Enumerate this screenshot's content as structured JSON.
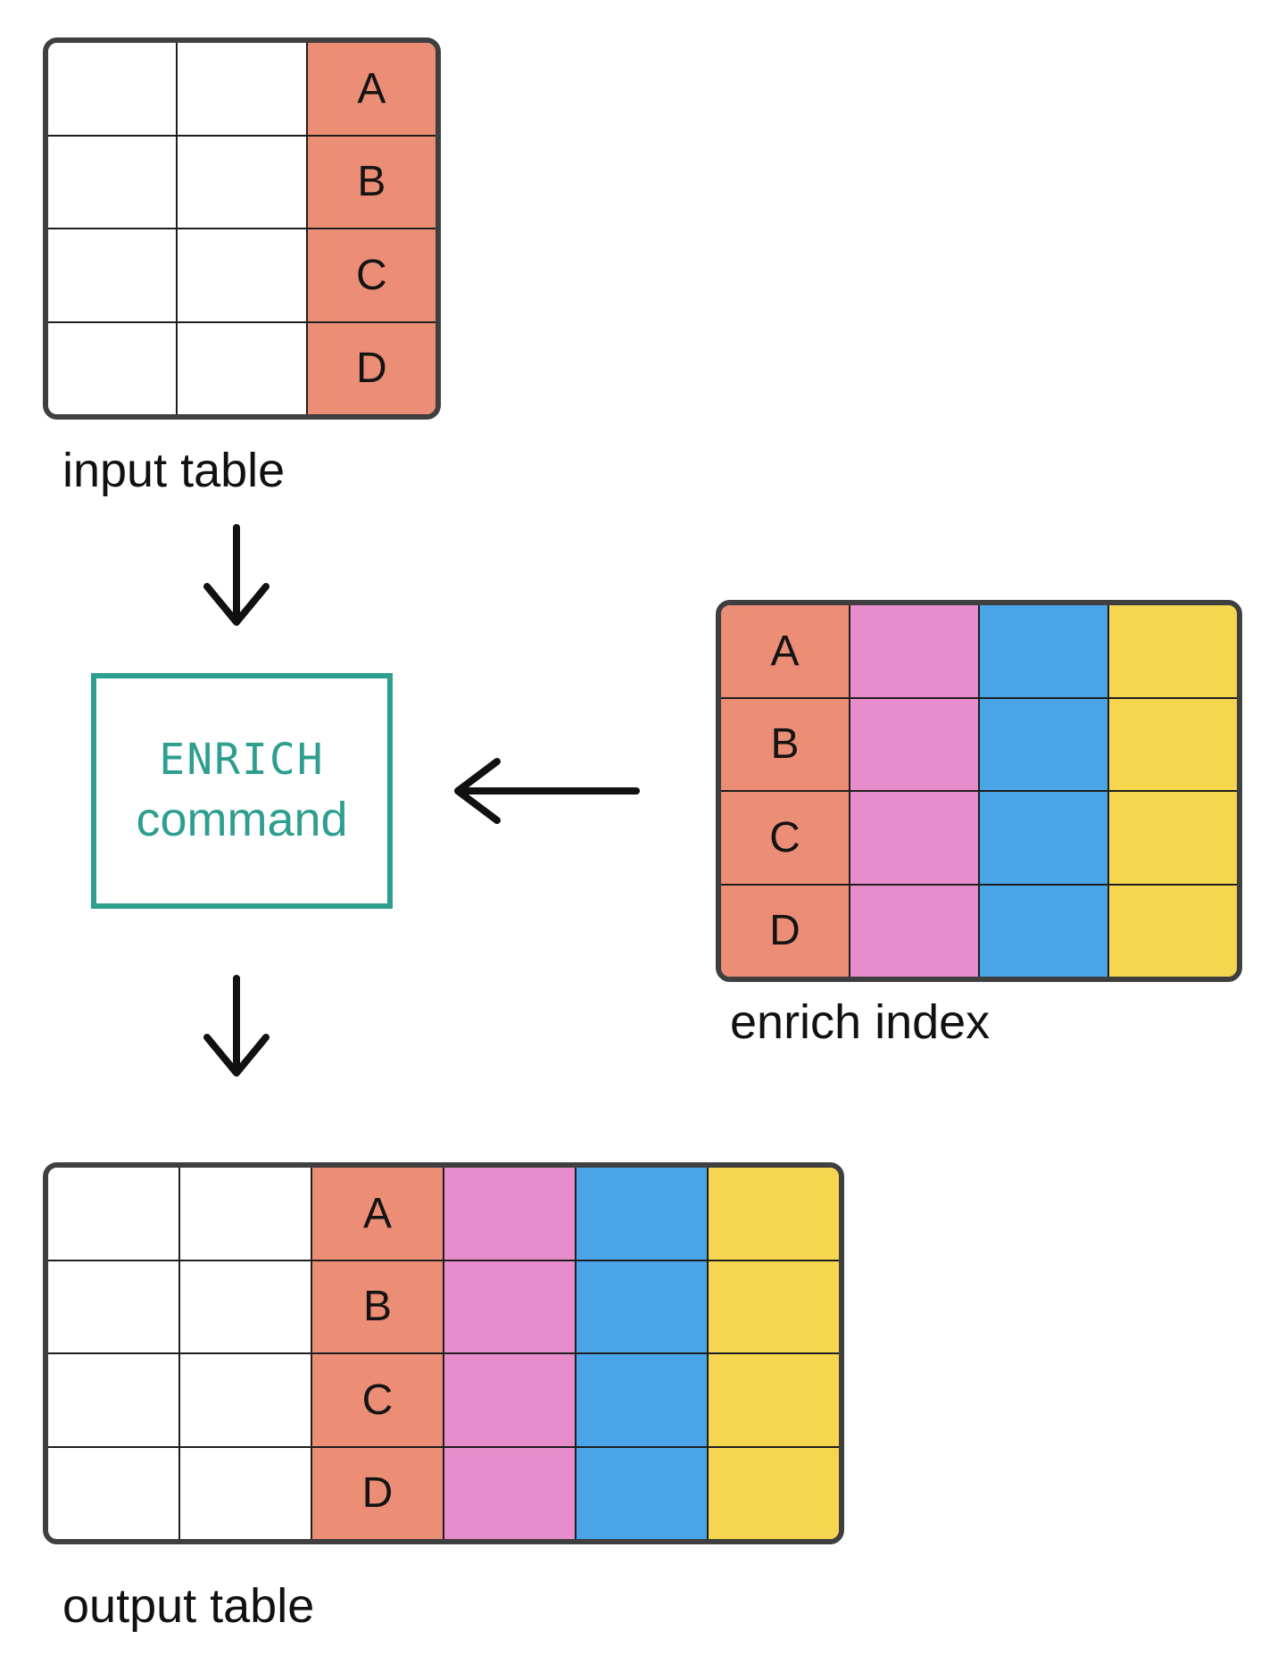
{
  "diagram": {
    "input_table": {
      "label": "input table",
      "keys": [
        "A",
        "B",
        "C",
        "D"
      ]
    },
    "command_box": {
      "title": "ENRICH",
      "subtitle": "command"
    },
    "enrich_index": {
      "label": "enrich index",
      "keys": [
        "A",
        "B",
        "C",
        "D"
      ]
    },
    "output_table": {
      "label": "output table",
      "keys": [
        "A",
        "B",
        "C",
        "D"
      ]
    },
    "colors": {
      "match_column": "#EC8D76",
      "enrich_field_pink": "#E88DCB",
      "enrich_field_blue": "#4AA5E8",
      "enrich_field_yellow": "#F6D54F",
      "command_accent": "#2E9E8F",
      "table_border": "#3F3F3F",
      "grid_line": "#1E1E1E",
      "arrow": "#111111"
    }
  }
}
